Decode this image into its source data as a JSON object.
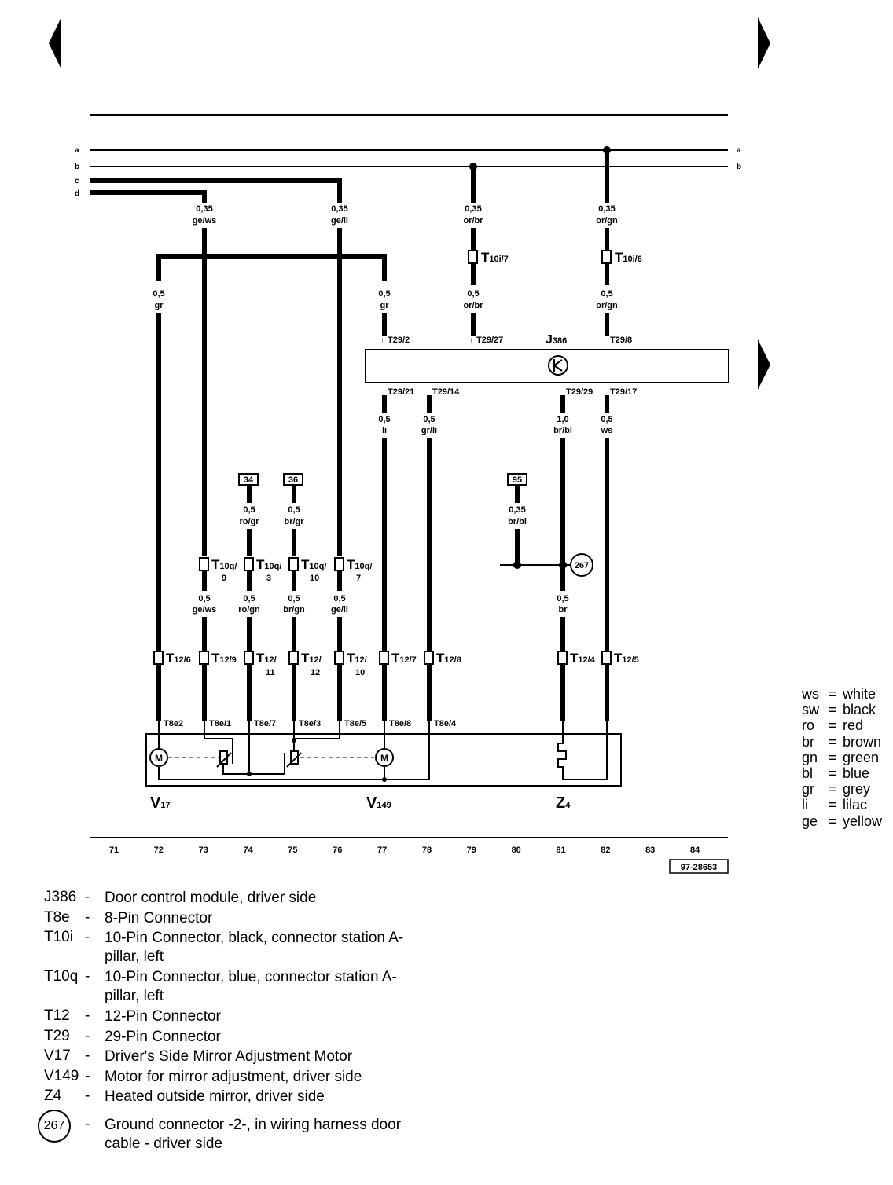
{
  "bus_labels": {
    "a": "a",
    "b": "b",
    "c": "c",
    "d": "d"
  },
  "wires_top": [
    {
      "size": "0,35",
      "color": "ge/ws"
    },
    {
      "size": "0,35",
      "color": "ge/li"
    },
    {
      "size": "0,35",
      "color": "or/br"
    },
    {
      "size": "0,35",
      "color": "or/gn"
    }
  ],
  "t10i": [
    {
      "main": "T",
      "sub": "10i/7"
    },
    {
      "main": "T",
      "sub": "10i/6"
    }
  ],
  "wires_mid": [
    {
      "size": "0,5",
      "color": "gr"
    },
    {
      "size": "0,5",
      "color": "gr"
    },
    {
      "size": "0,5",
      "color": "or/br"
    },
    {
      "size": "0,5",
      "color": "or/gn"
    }
  ],
  "j386": {
    "label": "J",
    "sub": "386"
  },
  "t29_top": [
    "T29/2",
    "T29/27",
    "T29/8"
  ],
  "t29_bottom": [
    "T29/21",
    "T29/14",
    "T29/29",
    "T29/17"
  ],
  "wires_below_j": [
    {
      "size": "0,5",
      "color": "li"
    },
    {
      "size": "0,5",
      "color": "gr/li"
    },
    {
      "size": "1,0",
      "color": "br/bl"
    },
    {
      "size": "0,5",
      "color": "ws"
    }
  ],
  "refs": [
    "34",
    "36",
    "95"
  ],
  "wires_refs": [
    {
      "size": "0,5",
      "color": "ro/gr"
    },
    {
      "size": "0,5",
      "color": "br/gr"
    },
    {
      "size": "0,35",
      "color": "br/bl"
    }
  ],
  "ground_ref": "267",
  "t10q": [
    {
      "main": "T",
      "sub": "10q/",
      "num": "9"
    },
    {
      "main": "T",
      "sub": "10q/",
      "num": "3"
    },
    {
      "main": "T",
      "sub": "10q/",
      "num": "10"
    },
    {
      "main": "T",
      "sub": "10q/",
      "num": "7"
    }
  ],
  "wires_low": [
    {
      "size": "0,5",
      "color": "ge/ws"
    },
    {
      "size": "0,5",
      "color": "ro/gn"
    },
    {
      "size": "0,5",
      "color": "br/gn"
    },
    {
      "size": "0,5",
      "color": "ge/li"
    },
    {
      "size": "0,5",
      "color": "br"
    }
  ],
  "t12": [
    {
      "main": "T",
      "sub": "12/6"
    },
    {
      "main": "T",
      "sub": "12/9"
    },
    {
      "main": "T",
      "sub": "12/",
      "num": "11"
    },
    {
      "main": "T",
      "sub": "12/",
      "num": "12"
    },
    {
      "main": "T",
      "sub": "12/",
      "num": "10"
    },
    {
      "main": "T",
      "sub": "12/7"
    },
    {
      "main": "T",
      "sub": "12/8"
    },
    {
      "main": "T",
      "sub": "12/4"
    },
    {
      "main": "T",
      "sub": "12/5"
    }
  ],
  "t8e": [
    "T8e2",
    "T8e/1",
    "T8e/7",
    "T8e/3",
    "T8e/5",
    "T8e/8",
    "T8e/4"
  ],
  "motor_symbol": "M",
  "components": [
    {
      "main": "V",
      "sub": "17"
    },
    {
      "main": "V",
      "sub": "149"
    },
    {
      "main": "Z",
      "sub": "4"
    }
  ],
  "columns": [
    "71",
    "72",
    "73",
    "74",
    "75",
    "76",
    "77",
    "78",
    "79",
    "80",
    "81",
    "82",
    "83",
    "84"
  ],
  "figure_code": "97-28653",
  "color_legend": [
    {
      "code": "ws",
      "name": "white"
    },
    {
      "code": "sw",
      "name": "black"
    },
    {
      "code": "ro",
      "name": "red"
    },
    {
      "code": "br",
      "name": "brown"
    },
    {
      "code": "gn",
      "name": "green"
    },
    {
      "code": "bl",
      "name": "blue"
    },
    {
      "code": "gr",
      "name": "grey"
    },
    {
      "code": "li",
      "name": "lilac"
    },
    {
      "code": "ge",
      "name": "yellow"
    }
  ],
  "key": [
    {
      "code": "J386",
      "desc": "Door control module, driver side"
    },
    {
      "code": "T8e",
      "desc": "8-Pin Connector"
    },
    {
      "code": "T10i",
      "desc": "10-Pin Connector, black, connector station A-pillar, left"
    },
    {
      "code": "T10q",
      "desc": "10-Pin Connector, blue, connector station A-pillar, left"
    },
    {
      "code": "T12",
      "desc": "12-Pin Connector"
    },
    {
      "code": "T29",
      "desc": "29-Pin Connector"
    },
    {
      "code": "V17",
      "desc": "Driver's Side Mirror Adjustment Motor"
    },
    {
      "code": "V149",
      "desc": "Motor for mirror adjustment, driver side"
    },
    {
      "code": "Z4",
      "desc": "Heated outside mirror, driver side"
    }
  ],
  "ground_key": {
    "code": "267",
    "desc": "Ground connector -2-, in wiring harness door cable - driver side"
  }
}
